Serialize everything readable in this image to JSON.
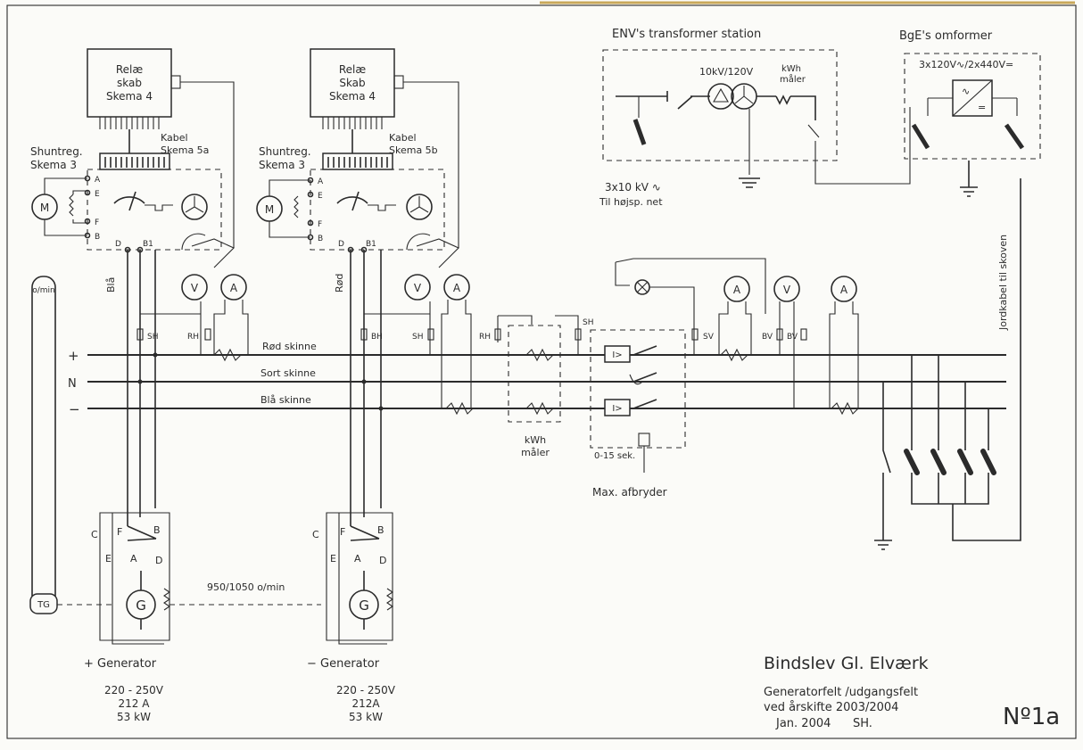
{
  "relay_cabinets": [
    {
      "line1": "Relæ",
      "line2": "skab",
      "line3": "Skema 4"
    },
    {
      "line1": "Relæ",
      "line2": "Skab",
      "line3": "Skema 4"
    }
  ],
  "shunt_regulators": [
    {
      "title1": "Shuntreg.",
      "title2": "Skema 3",
      "cable1": "Kabel",
      "cable2": "Skema 5a",
      "wire_color": "Blå"
    },
    {
      "title1": "Shuntreg.",
      "title2": "Skema 3",
      "cable1": "Kabel",
      "cable2": "Skema 5b",
      "wire_color": "Rød"
    }
  ],
  "terminal_letters": {
    "a": "A",
    "b": "B",
    "c": "C",
    "d": "D",
    "e": "E",
    "f": "F",
    "b1": "B1"
  },
  "symbols": {
    "motor": "M",
    "voltmeter": "V",
    "ammeter": "A",
    "generator": "G",
    "tacho": "TG",
    "overcurrent": "I>"
  },
  "shunt_labels": {
    "sh": "SH",
    "bh": "BH",
    "rh": "RH",
    "bv": "BV",
    "sv": "SV"
  },
  "busbars": {
    "plus_sign": "+",
    "neutral_sign": "N",
    "minus_sign": "−",
    "red": "Rød skinne",
    "black": "Sort skinne",
    "blue": "Blå skinne"
  },
  "tacho_meter": "o/min",
  "speed_note": "950/1050 o/min",
  "kwh_meter": {
    "line1": "kWh",
    "line2": "måler"
  },
  "breaker": {
    "label": "Max. afbryder",
    "delay": "0-15 sek."
  },
  "env_station": {
    "title": "ENV's transformer station",
    "ratio": "10kV/120V",
    "meter1": "kWh",
    "meter2": "måler",
    "feed1": "3x10 kV ∿",
    "feed2": "Til højsp. net"
  },
  "bge_converter": {
    "title": "BgE's omformer",
    "ratio": "3x120V∿/2x440V="
  },
  "earth_cable": "Jordkabel til skoven",
  "generators": [
    {
      "name": "+ Generator",
      "voltage": "220 - 250V",
      "current": "212 A",
      "power": "53 kW"
    },
    {
      "name": "− Generator",
      "voltage": "220 - 250V",
      "current": "212A",
      "power": "53 kW"
    }
  ],
  "title_block": {
    "plant": "Bindslev Gl. Elværk",
    "line1": "Generatorfelt /udgangsfelt",
    "line2": "ved årskifte 2003/2004",
    "date": "Jan. 2004",
    "initials": "SH.",
    "drawing_no": "Nº1a"
  },
  "colors": {
    "ink": "#2b2b2b",
    "paper": "#fbfbf8",
    "edge": "#c9a85a"
  }
}
